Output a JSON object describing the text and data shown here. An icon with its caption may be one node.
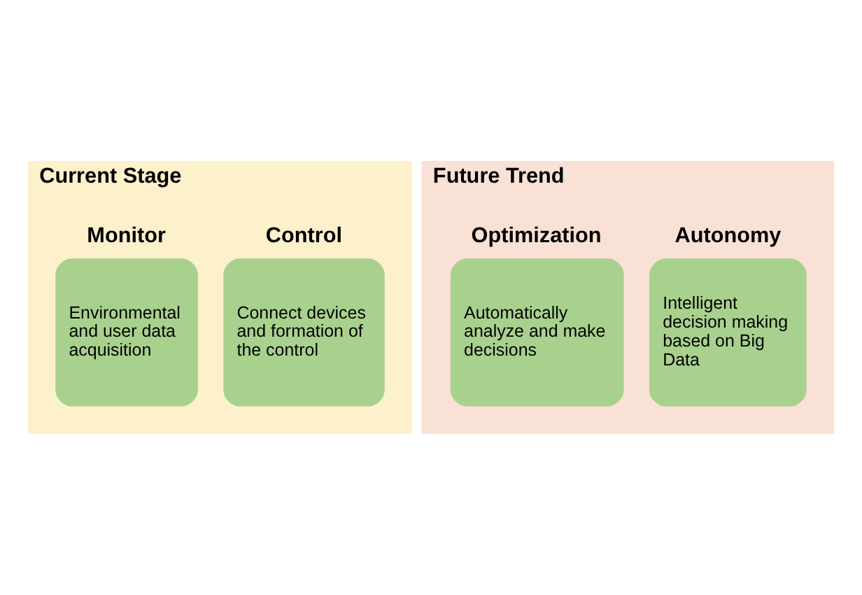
{
  "diagram": {
    "nodes": [
      {
        "text": [
          "Current Stage"
        ]
      },
      {
        "text": [
          "Monitor",
          "Environmental and user data acquisition"
        ],
        "in": 0
      },
      {
        "text": [
          "Control",
          "Connect devices and formation of the control"
        ],
        "in": 0
      },
      {
        "text": [
          "Future Trend"
        ]
      },
      {
        "text": [
          "Optimization",
          "Automatically analyze and make decisions"
        ],
        "in": 3
      },
      {
        "text": [
          "Autonomy",
          "Intelligent decision making based on Big Data"
        ],
        "in": 3
      }
    ]
  }
}
